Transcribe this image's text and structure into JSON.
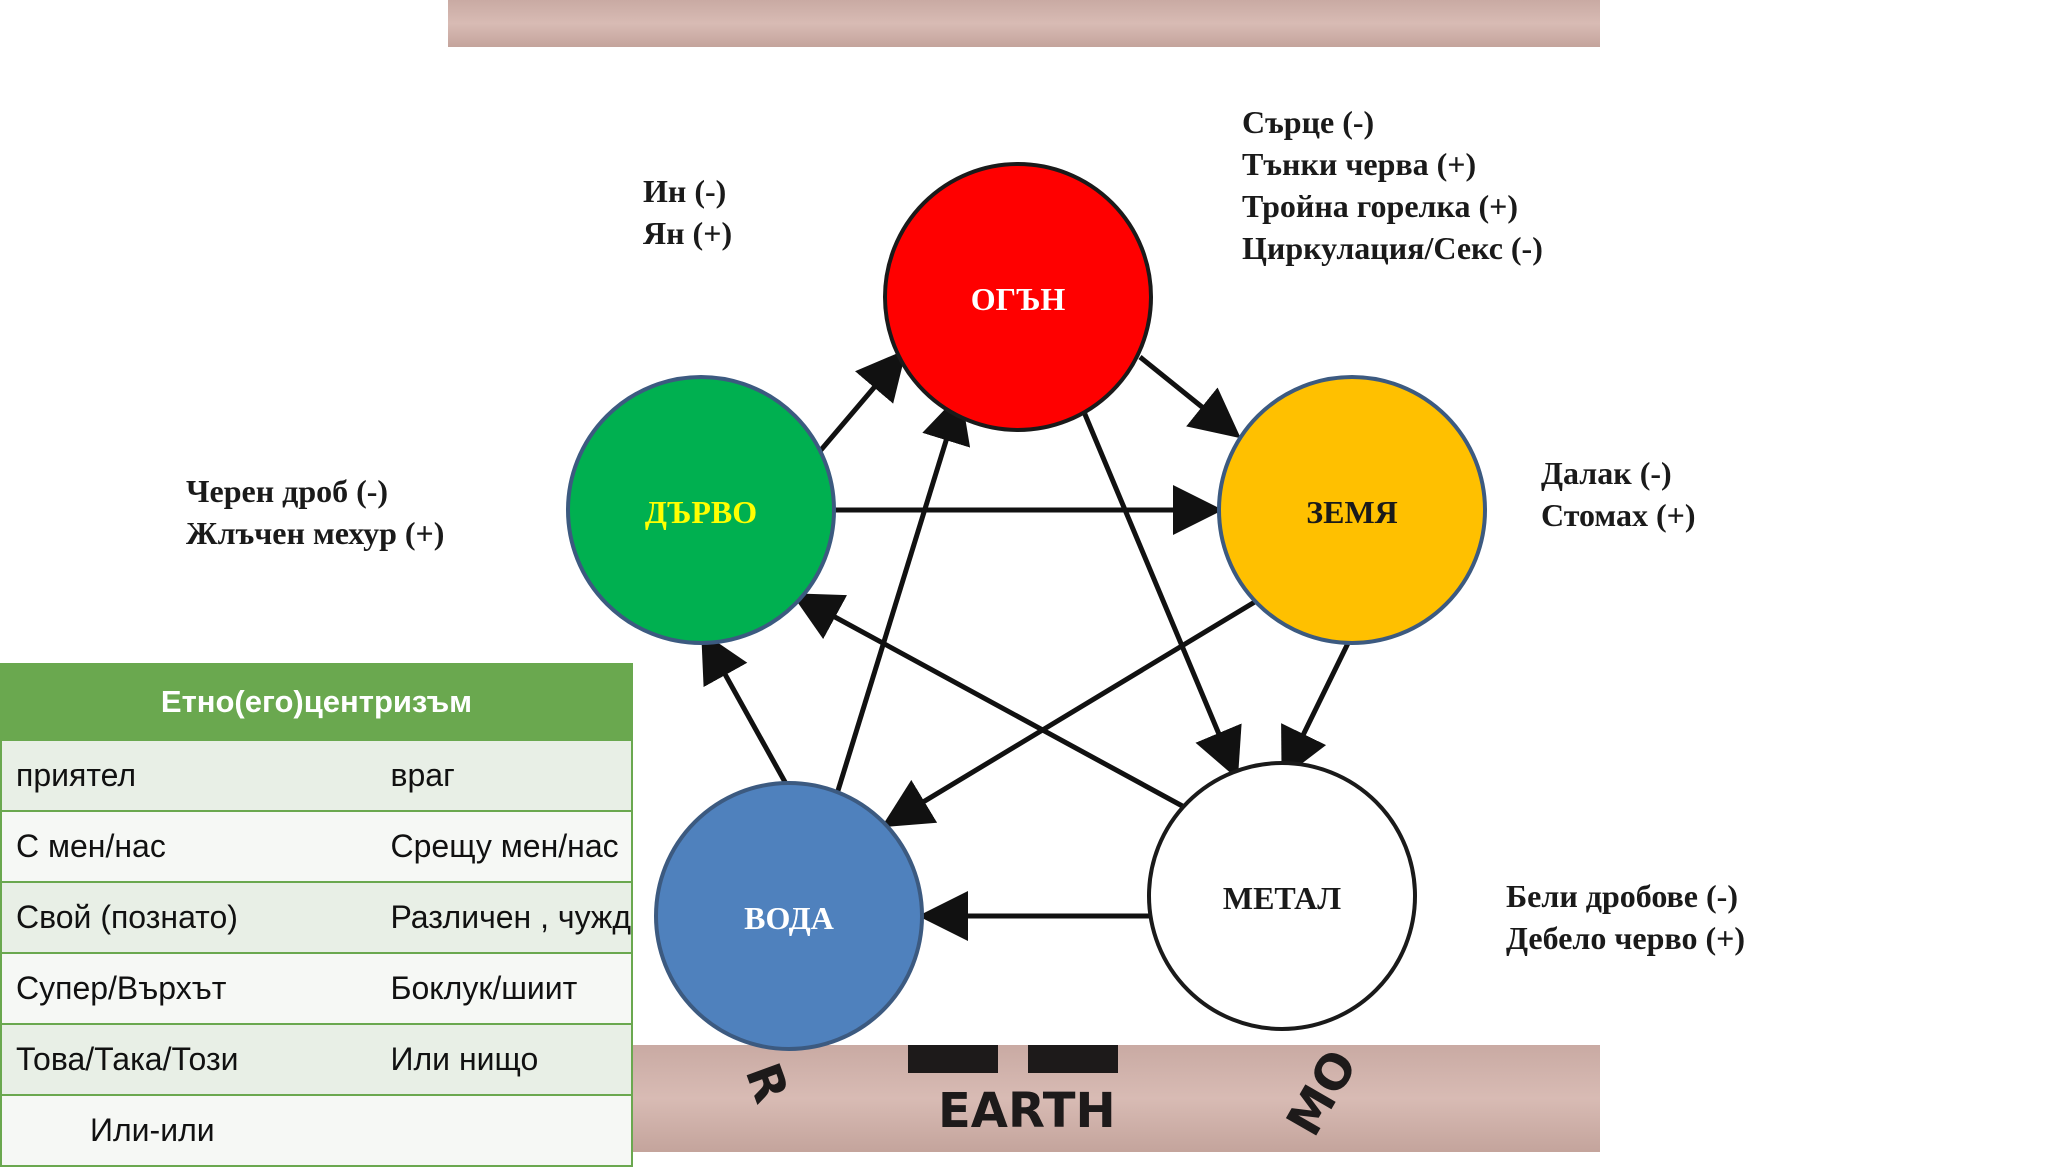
{
  "photo": {
    "bottom_text": "EARTH",
    "bottom_left_fragment": "R",
    "bottom_right_fragment": "MO"
  },
  "elements": {
    "fire": "ОГЪН",
    "earth": "ЗЕМЯ",
    "metal": "МЕТАЛ",
    "water": "ВОДА",
    "wood": "ДЪРВО"
  },
  "colors": {
    "fire": "#ff0000",
    "earth": "#ffc000",
    "metal": "#ffffff",
    "water": "#4f81bd",
    "wood": "#00b050",
    "table_header": "#6aa84f"
  },
  "labels": {
    "yin_yang": [
      "Ин (-)",
      "Ян (+)"
    ],
    "fire": [
      "Сърце (-)",
      "Тънки черва (+)",
      "Тройна горелка (+)",
      "Циркулация/Секс (-)"
    ],
    "wood": [
      "Черен дроб (-)",
      "Жлъчен мехур (+)"
    ],
    "earth": [
      "Далак (-)",
      "Стомах (+)"
    ],
    "metal": [
      "Бели дробове (-)",
      "Дебело черво (+)"
    ]
  },
  "table": {
    "header": "Етно(его)центризъм",
    "rows": [
      [
        "приятел",
        "враг"
      ],
      [
        "С мен/нас",
        "Срещу мен/нас"
      ],
      [
        "Свой (познато)",
        "Различен , чужд"
      ],
      [
        "Супер/Върхът",
        "Боклук/шиит"
      ],
      [
        "Това/Така/Този",
        "Или нищо"
      ]
    ],
    "last_row": "Или-или"
  }
}
